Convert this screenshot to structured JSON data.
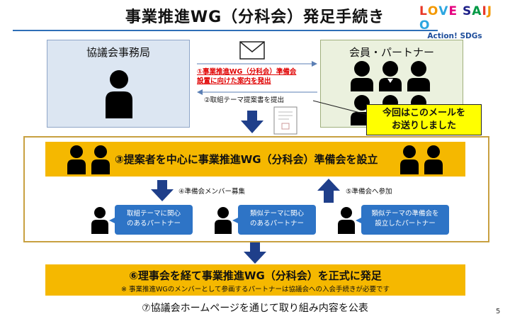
{
  "title": "事業推進WG（分科会）発足手続き",
  "logo": {
    "line1_letters": [
      "L",
      "O",
      "V",
      "E",
      " ",
      "S",
      "A",
      "I",
      "J",
      "O"
    ],
    "line1_colors": [
      "#e83828",
      "#f39800",
      "#2ca6e0",
      "#e4007f",
      "#ffffff",
      "#1d2088",
      "#009944",
      "#e83828",
      "#f39800",
      "#2ca6e0"
    ],
    "line2": "Action! SDGs"
  },
  "office_box": {
    "label": "協議会事務局",
    "color": "#dce6f2"
  },
  "members_box": {
    "label": "会員・パートナー",
    "color": "#ebf1de"
  },
  "step1": {
    "line1": "①事業推進WG（分科会）準備会",
    "line2": "設置に向けた案内を発出"
  },
  "step2": "②取組テーマ提案書を提出",
  "mail_icon": "envelope-icon",
  "document_icon": "document-icon",
  "callout": {
    "line1": "今回はこのメールを",
    "line2": "お送りしました"
  },
  "step3": "③提案者を中心に事業推進WG（分科会）準備会を設立",
  "step4": "④準備会メンバー募集",
  "step5": "⑤準備会へ参加",
  "bubbles": [
    {
      "line1": "取組テーマに関心",
      "line2": "のあるパートナー"
    },
    {
      "line1": "類似テーマに関心",
      "line2": "のあるパートナー"
    },
    {
      "line1": "類似テーマの準備会を",
      "line2": "設立したパートナー"
    }
  ],
  "step6": "⑥理事会を経て事業推進WG（分科会）を正式に発足",
  "step6_note": "※ 事業推進WGのメンバーとして参画するパートナーは協議会への入会手続きが必要です",
  "step7": "⑦協議会ホームページを通じて取り組み内容を公表",
  "page_number": "5",
  "colors": {
    "accent_blue": "#1f4e9b",
    "orange": "#f5b800",
    "callout_yellow": "#ffff00",
    "bubble_blue": "#2e74c6",
    "red": "#e00000"
  }
}
